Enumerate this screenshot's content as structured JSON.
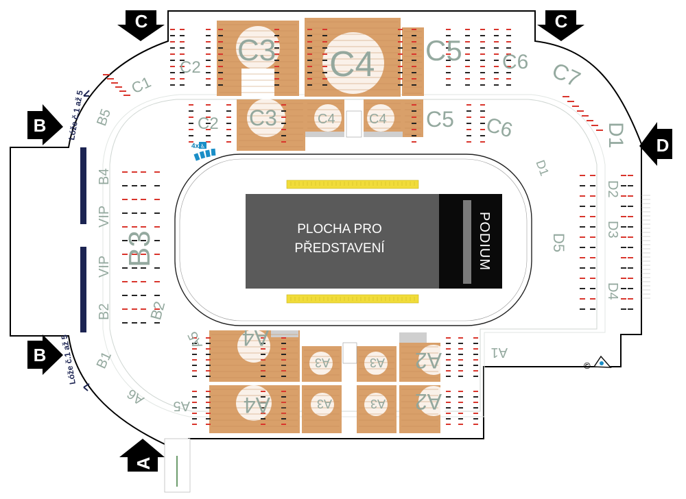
{
  "stage": {
    "line1": "PLOCHA PRO",
    "line2": "PŘEDSTAVENÍ",
    "podium": "PODIUM"
  },
  "entrances": {
    "a": "A",
    "b": "B",
    "c": "C",
    "d": "D"
  },
  "loze_label": "Lóže č.1 až 5",
  "accessible_label": "4x",
  "copyright": "©",
  "colors": {
    "seat_orange": "#d9a06a",
    "stage_dark": "#5a5a5a",
    "podium_black": "#0a0a0a",
    "seat_red": "#d9342b",
    "ice_yellow": "#f1dc3a",
    "label_grey": "#8fa59a"
  },
  "sections": {
    "c2a": "C2",
    "c1": "C1",
    "c3a": "C3",
    "c4": "C4",
    "c5a": "C5",
    "c6a": "C6",
    "c7": "C7",
    "c2b": "C2",
    "c3b": "C3",
    "c4l": "C4",
    "c4r": "C4",
    "c5b": "C5",
    "c6b": "C6",
    "b5": "B5",
    "b4": "B4",
    "vip1": "VIP",
    "b3": "B3",
    "vip2": "VIP",
    "b2a": "B2",
    "b2b": "B2",
    "b1": "B1",
    "d1a": "D1",
    "d1b": "D1",
    "d2": "D2",
    "d3": "D3",
    "d4": "D4",
    "d5": "D5",
    "a5a": "A5",
    "a4a": "A4",
    "a3a": "A3",
    "a3b": "A3",
    "a2a": "A2",
    "a1": "A1",
    "a6": "A6",
    "a5b": "A5",
    "a4b": "A4",
    "a3c": "A3",
    "a3d": "A3",
    "a2b": "A2"
  }
}
